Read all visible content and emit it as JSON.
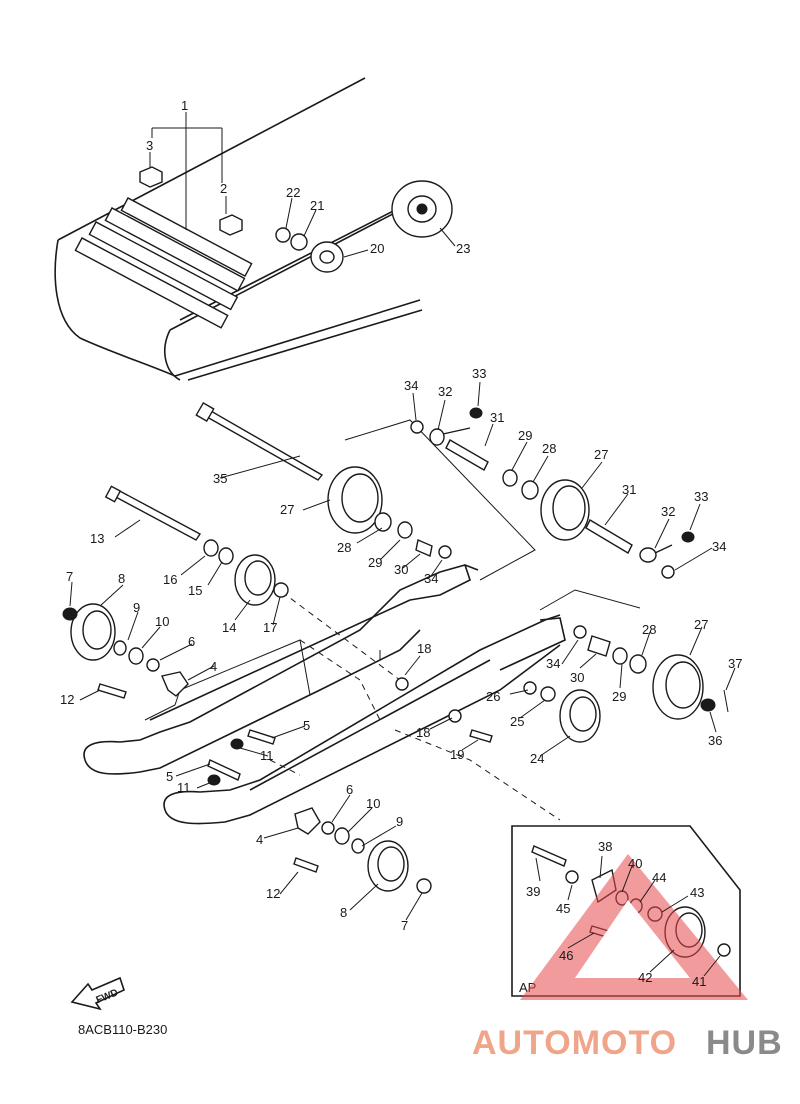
{
  "diagram_code": "8ACB110-B230",
  "fwd_label": "FWD",
  "inset_label": "AP",
  "watermark": {
    "part1": "AUTOMOTO",
    "part2": "HUB",
    "color1": "#f0a58a",
    "color2": "#8a8a8a",
    "logo_color": "#e5484d"
  },
  "callouts": [
    {
      "id": "1",
      "text": "1"
    },
    {
      "id": "2",
      "text": "2"
    },
    {
      "id": "3",
      "text": "3"
    },
    {
      "id": "20",
      "text": "20"
    },
    {
      "id": "21",
      "text": "21"
    },
    {
      "id": "22",
      "text": "22"
    },
    {
      "id": "23",
      "text": "23"
    },
    {
      "id": "34a",
      "text": "34"
    },
    {
      "id": "32a",
      "text": "32"
    },
    {
      "id": "33a",
      "text": "33"
    },
    {
      "id": "31a",
      "text": "31"
    },
    {
      "id": "29a",
      "text": "29"
    },
    {
      "id": "28a",
      "text": "28"
    },
    {
      "id": "27a",
      "text": "27"
    },
    {
      "id": "35",
      "text": "35"
    },
    {
      "id": "27b",
      "text": "27"
    },
    {
      "id": "31b",
      "text": "31"
    },
    {
      "id": "32b",
      "text": "32"
    },
    {
      "id": "33b",
      "text": "33"
    },
    {
      "id": "34b",
      "text": "34"
    },
    {
      "id": "13",
      "text": "13"
    },
    {
      "id": "28b",
      "text": "28"
    },
    {
      "id": "29b",
      "text": "29"
    },
    {
      "id": "30a",
      "text": "30"
    },
    {
      "id": "34c",
      "text": "34"
    },
    {
      "id": "16",
      "text": "16"
    },
    {
      "id": "15",
      "text": "15"
    },
    {
      "id": "7a",
      "text": "7"
    },
    {
      "id": "8a",
      "text": "8"
    },
    {
      "id": "14",
      "text": "14"
    },
    {
      "id": "17",
      "text": "17"
    },
    {
      "id": "9a",
      "text": "9"
    },
    {
      "id": "10a",
      "text": "10"
    },
    {
      "id": "6a",
      "text": "6"
    },
    {
      "id": "4a",
      "text": "4"
    },
    {
      "id": "12a",
      "text": "12"
    },
    {
      "id": "18a",
      "text": "18"
    },
    {
      "id": "28c",
      "text": "28"
    },
    {
      "id": "27c",
      "text": "27"
    },
    {
      "id": "34d",
      "text": "34"
    },
    {
      "id": "30b",
      "text": "30"
    },
    {
      "id": "29c",
      "text": "29"
    },
    {
      "id": "37",
      "text": "37"
    },
    {
      "id": "26",
      "text": "26"
    },
    {
      "id": "25",
      "text": "25"
    },
    {
      "id": "5a",
      "text": "5"
    },
    {
      "id": "11a",
      "text": "11"
    },
    {
      "id": "18b",
      "text": "18"
    },
    {
      "id": "19",
      "text": "19"
    },
    {
      "id": "24",
      "text": "24"
    },
    {
      "id": "36",
      "text": "36"
    },
    {
      "id": "5b",
      "text": "5"
    },
    {
      "id": "11b",
      "text": "11"
    },
    {
      "id": "6b",
      "text": "6"
    },
    {
      "id": "10b",
      "text": "10"
    },
    {
      "id": "9b",
      "text": "9"
    },
    {
      "id": "4b",
      "text": "4"
    },
    {
      "id": "12b",
      "text": "12"
    },
    {
      "id": "8b",
      "text": "8"
    },
    {
      "id": "7b",
      "text": "7"
    },
    {
      "id": "38",
      "text": "38"
    },
    {
      "id": "40",
      "text": "40"
    },
    {
      "id": "44",
      "text": "44"
    },
    {
      "id": "39",
      "text": "39"
    },
    {
      "id": "45",
      "text": "45"
    },
    {
      "id": "43",
      "text": "43"
    },
    {
      "id": "46",
      "text": "46"
    },
    {
      "id": "42",
      "text": "42"
    },
    {
      "id": "41",
      "text": "41"
    }
  ]
}
